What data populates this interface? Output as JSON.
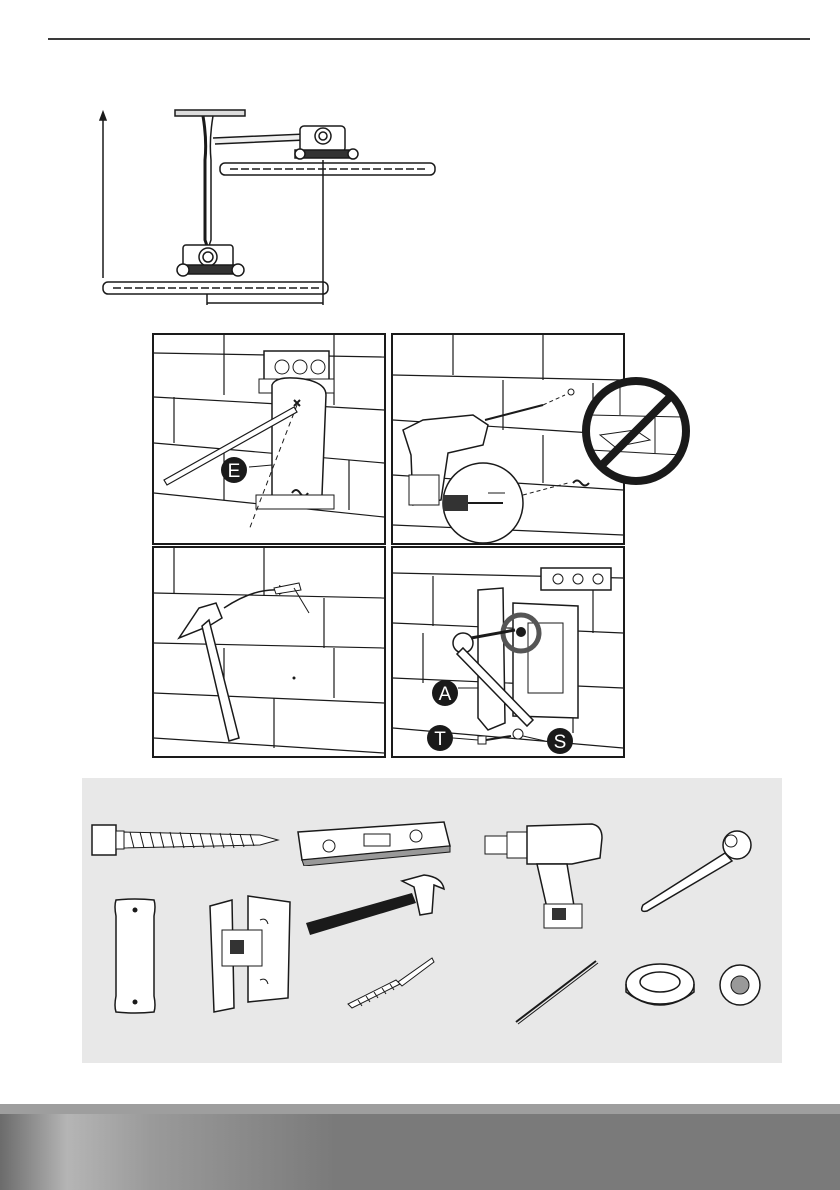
{
  "labels": {
    "panel1_badge": "E",
    "panel4_badge_a": "A",
    "panel4_badge_t": "T",
    "panel4_badge_s": "S"
  },
  "icons": {
    "panel1": [
      "level-icon",
      "wall-plate-icon",
      "pencil-icon"
    ],
    "panel2": [
      "drill-icon",
      "drill-bit-icon",
      "no-entry-icon"
    ],
    "panel3": [
      "hammer-icon",
      "anchor-icon"
    ],
    "panel4": [
      "wall-mount-icon",
      "socket-wrench-icon",
      "lag-bolt-icon",
      "washer-icon",
      "level-icon"
    ],
    "parts": [
      "lag-bolt-icon",
      "level-icon",
      "drill-icon",
      "socket-wrench-icon",
      "wall-plate-icon",
      "wall-mount-icon",
      "hammer-icon",
      "drill-bit-icon",
      "pencil-icon",
      "tape-icon",
      "washer-icon"
    ]
  },
  "colors": {
    "line": "#1a1a1a",
    "parts_bg": "#e8e8e8",
    "footer": "#7a7a7a"
  }
}
